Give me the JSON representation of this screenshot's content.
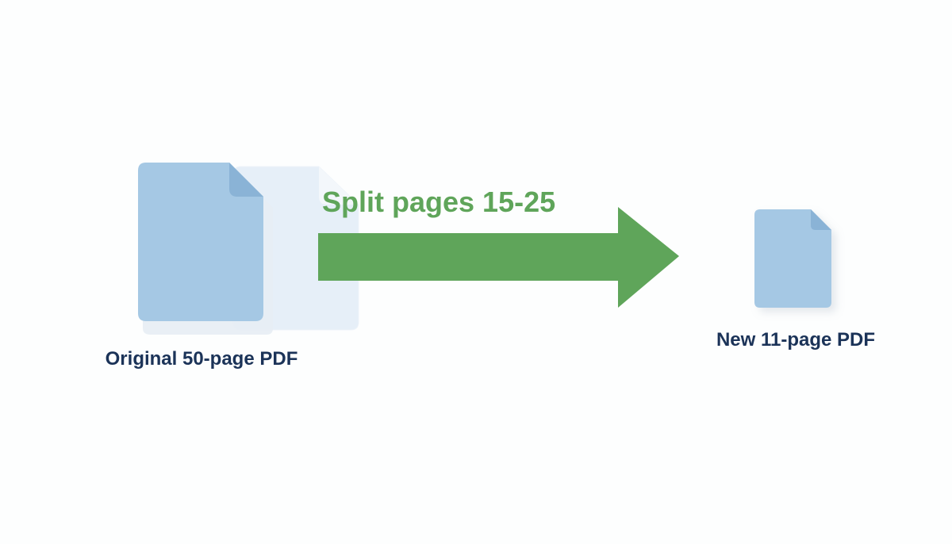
{
  "colors": {
    "background": "#fdfefe",
    "document_fill": "#a5c8e4",
    "document_fold": "#8ab3d6",
    "document_ghost": "#e6eff8",
    "arrow": "#5fa55a",
    "label_text": "#1b3358",
    "arrow_text": "#5fa55a"
  },
  "source": {
    "label": "Original 50-page PDF",
    "icon": "document-stack-icon"
  },
  "operation": {
    "label": "Split pages 15-25",
    "icon": "right-arrow"
  },
  "result": {
    "label": "New 11-page PDF",
    "icon": "document-icon"
  }
}
